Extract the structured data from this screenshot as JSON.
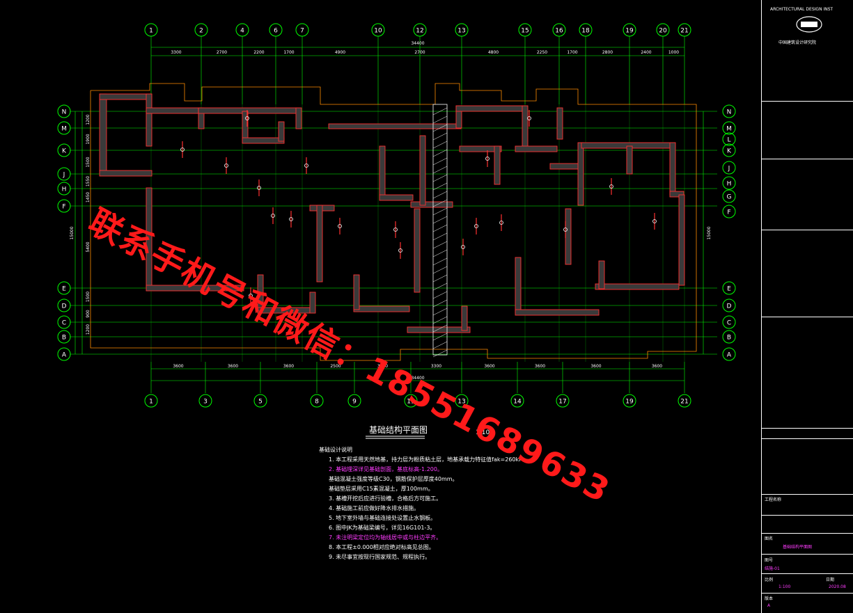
{
  "drawing": {
    "title": "基础结构平面图",
    "scale": "1:100",
    "top_axes": [
      "1",
      "2",
      "4",
      "6",
      "7",
      "10",
      "12",
      "13",
      "15",
      "16",
      "18",
      "19",
      "20",
      "21"
    ],
    "bottom_axes": [
      "1",
      "3",
      "5",
      "8",
      "9",
      "11",
      "13",
      "14",
      "17",
      "19",
      "21"
    ],
    "left_axes": [
      "N",
      "M",
      "K",
      "J",
      "H",
      "F",
      "E",
      "D",
      "C",
      "B",
      "A"
    ],
    "right_axes": [
      "N",
      "M",
      "L",
      "K",
      "J",
      "H",
      "G",
      "F",
      "E",
      "D",
      "C",
      "B",
      "A"
    ],
    "top_dims": [
      "3300",
      "2700",
      "2200",
      "1700",
      "4900",
      "2700",
      "4800",
      "2250",
      "1700",
      "2800",
      "2400",
      "1000"
    ],
    "top_total": "34400",
    "bottom_dims": [
      "3600",
      "3600",
      "3600",
      "2500",
      "3600",
      "3300",
      "3600",
      "3600",
      "3600",
      "3600"
    ],
    "bottom_total": "34400",
    "left_dims": [
      "1200",
      "1900",
      "1500",
      "1550",
      "1450",
      "5400",
      "1500",
      "900",
      "1200"
    ],
    "left_total": "15000",
    "right_total": "15000"
  },
  "notes": {
    "heading": "基础设计说明",
    "lines": [
      "1. 本工程采用天然地基，持力层为粉质粘土层，地基承载力特征值fak=260kPa。",
      "2. 基础埋深详见基础剖面，基底标高-1.200。",
      "   基础混凝土强度等级C30，钢筋保护层厚度40mm。",
      "   基础垫层采用C15素混凝土，厚100mm。",
      "3. 基槽开挖后应进行验槽，合格后方可施工。",
      "4. 基础施工前应做好降水排水措施。",
      "5. 地下室外墙与基础连接处设置止水钢板。",
      "6. 图中JK为基础梁编号，详见16G101-3。",
      "7. 未注明梁定位均为轴线居中或与柱边平齐。",
      "8. 本工程±0.000相对应绝对标高见总图。",
      "9. 未尽事宜按现行国家规范、规程执行。"
    ]
  },
  "title_block": {
    "company_en": "ARCHITECTURAL DESIGN INST",
    "company_cn": "中国建筑设计研究院",
    "project_label": "工程名称",
    "drawing_label": "图名",
    "drawing_name": "基础结构平面图",
    "number_label": "图号",
    "number": "结施-01",
    "scale_label": "比例",
    "scale": "1:100",
    "date_label": "日期",
    "date": "2020.08",
    "version_label": "版本",
    "version": "A"
  },
  "watermark": "联系手机号和微信：18551689633",
  "colors": {
    "grid": "#00ff00",
    "wall": "#ff3030",
    "wall_fill": "#c8c8c8",
    "text": "#ffffff",
    "accent": "#ff3cff",
    "beam": "#ff8c00",
    "dim": "#00ff00"
  }
}
